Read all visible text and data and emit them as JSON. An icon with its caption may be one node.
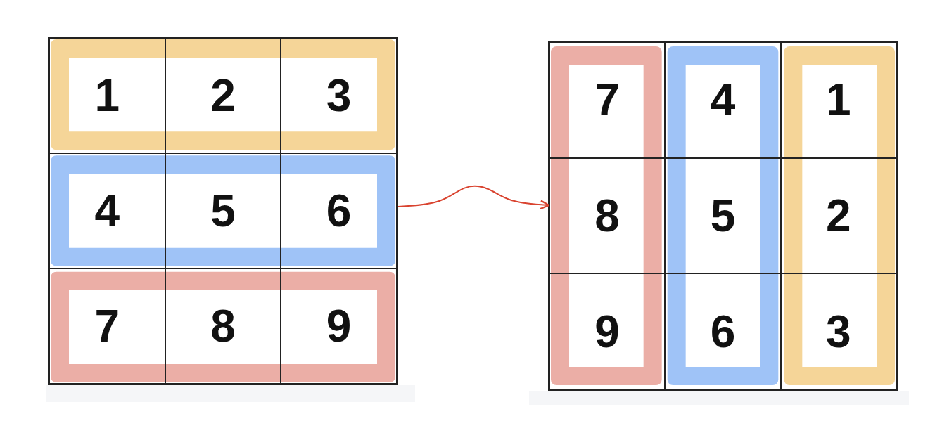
{
  "diagram": {
    "nodes": [
      {
        "text": [],
        "shape": "box"
      },
      {
        "text": [
          "1"
        ],
        "in": 0
      },
      {
        "text": [
          "2"
        ],
        "in": 0
      },
      {
        "text": [
          "3"
        ],
        "in": 0
      },
      {
        "text": [
          "4"
        ],
        "in": 0
      },
      {
        "text": [
          "5"
        ],
        "in": 0
      },
      {
        "text": [
          "6"
        ],
        "in": 0
      },
      {
        "text": [
          "7"
        ],
        "in": 0
      },
      {
        "text": [
          "8"
        ],
        "in": 0
      },
      {
        "text": [
          "9"
        ],
        "in": 0
      },
      {
        "text": [],
        "shape": "box"
      },
      {
        "text": [
          "7"
        ],
        "in": 10
      },
      {
        "text": [
          "4"
        ],
        "in": 10
      },
      {
        "text": [
          "1"
        ],
        "in": 10
      },
      {
        "text": [
          "8"
        ],
        "in": 10
      },
      {
        "text": [
          "5"
        ],
        "in": 10
      },
      {
        "text": [
          "2"
        ],
        "in": 10
      },
      {
        "text": [
          "9"
        ],
        "in": 10
      },
      {
        "text": [
          "6"
        ],
        "in": 10
      },
      {
        "text": [
          "3"
        ],
        "in": 10
      }
    ],
    "edges": [
      {
        "from": 0,
        "to": 10,
        "arrow": "to",
        "color": "#d9432f"
      }
    ]
  }
}
